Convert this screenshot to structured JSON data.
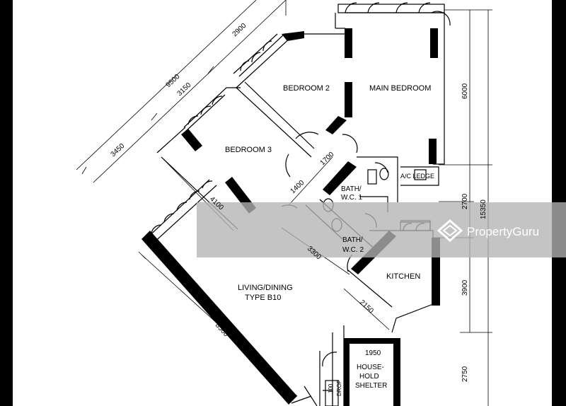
{
  "rooms": {
    "bedroom2": "BEDROOM 2",
    "main_bedroom": "MAIN BEDROOM",
    "bedroom3": "BEDROOM 3",
    "bath1_a": "BATH/",
    "bath1_b": "W.C. 1",
    "bath2_a": "BATH/",
    "bath2_b": "W.C. 2",
    "kitchen": "KITCHEN",
    "ac_ledge": "A/C LEDGE",
    "living_a": "LIVING/DINING",
    "living_b": "TYPE B10",
    "shelter_a": "HOUSE-",
    "shelter_b": "HOLD",
    "shelter_c": "SHELTER",
    "refuse": "DROP",
    "refuse_dim": "100"
  },
  "dimensions": {
    "d9500": "9500",
    "d2900": "2900",
    "d3150": "3150",
    "d3450": "3450",
    "d1700": "1700",
    "d1400": "1400",
    "d4100": "4100",
    "d3300": "3300",
    "d2150": "2150",
    "d8500": "8500",
    "d1950": "1950",
    "d6000": "6000",
    "d2700": "2700",
    "d3900": "3900",
    "d2750": "2750",
    "d15350": "15350"
  },
  "watermark": {
    "text": "PropertyGuru"
  },
  "colors": {
    "background": "#000000",
    "paper": "#ffffff",
    "ink": "#000000",
    "watermark_band": "#b4b4b4"
  }
}
